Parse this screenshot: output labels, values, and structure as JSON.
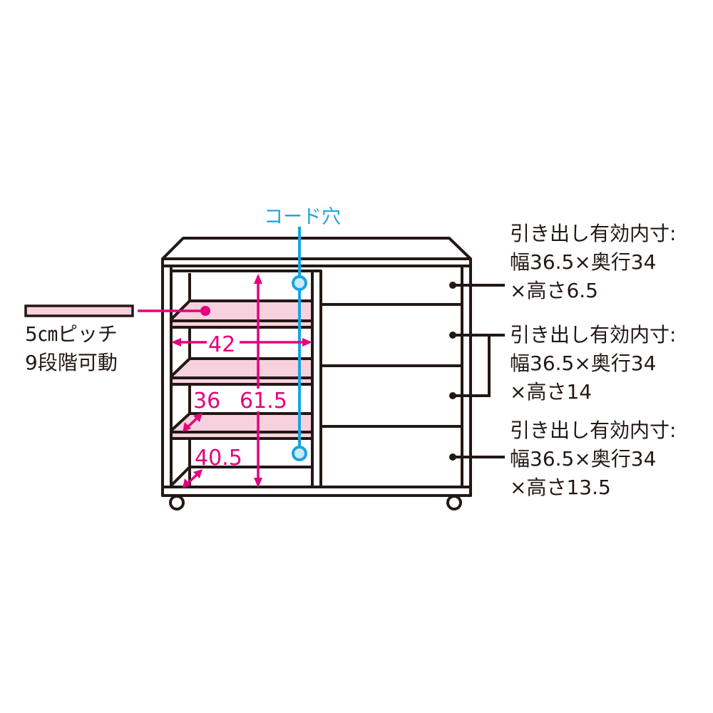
{
  "cord_hole_label": "コード穴",
  "shelf_note": {
    "line1": "5㎝ピッチ",
    "line2": "9段階可動"
  },
  "dimensions": {
    "width": "42",
    "depth_upper": "36",
    "height": "61.5",
    "depth_lower": "40.5"
  },
  "drawers": [
    {
      "line1": "引き出し有効内寸:",
      "line2": "幅36.5×奥行34",
      "line3": "×高さ6.5"
    },
    {
      "line1": "引き出し有効内寸:",
      "line2": "幅36.5×奥行34",
      "line3": "×高さ14"
    },
    {
      "line1": "引き出し有効内寸:",
      "line2": "幅36.5×奥行34",
      "line3": "×高さ13.5"
    }
  ],
  "colors": {
    "accent": "#e4007f",
    "shelf": "#f8d1de",
    "cord": "#1aa3e0",
    "line": "#231815"
  }
}
